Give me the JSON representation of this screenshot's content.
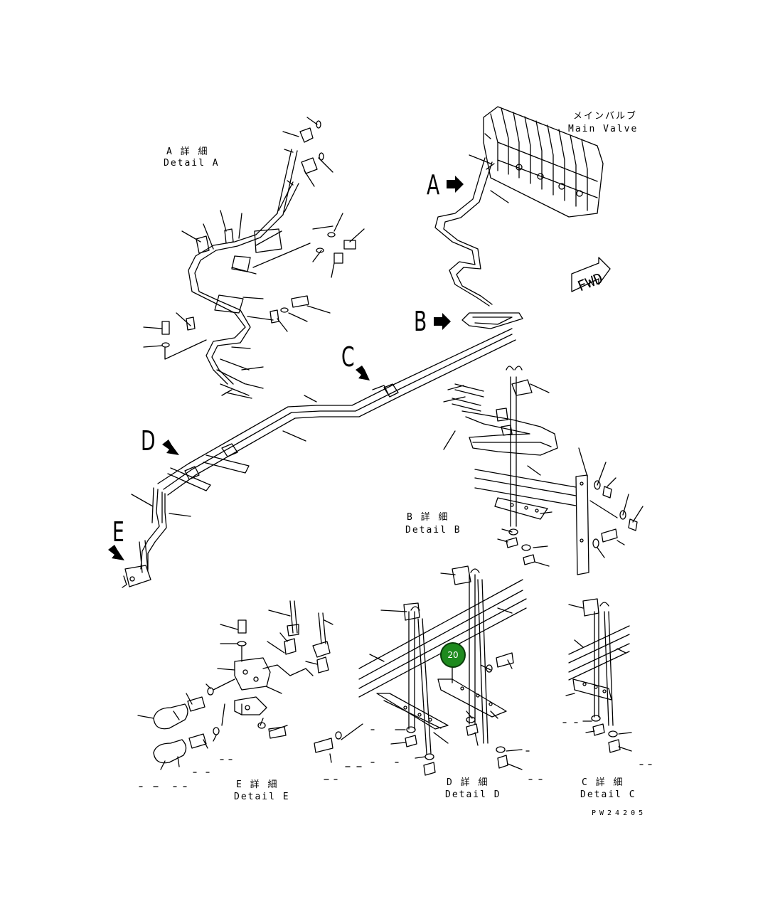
{
  "labels": {
    "main_valve_jp": "メインバルブ",
    "main_valve_en": "Main Valve",
    "detail_a_jp": "A 詳 細",
    "detail_a_en": "Detail A",
    "detail_b_jp": "B 詳 細",
    "detail_b_en": "Detail B",
    "detail_c_jp": "C 詳 細",
    "detail_c_en": "Detail C",
    "detail_d_jp": "D 詳 細",
    "detail_d_en": "Detail D",
    "detail_e_jp": "E 詳 細",
    "detail_e_en": "Detail E",
    "fwd": "FWD",
    "drawing_code": "PW24205"
  },
  "view_letters": {
    "a": "A",
    "b": "B",
    "c": "C",
    "d": "D",
    "e": "E"
  },
  "callout": {
    "number": "20",
    "color": "#1e8a1e"
  }
}
